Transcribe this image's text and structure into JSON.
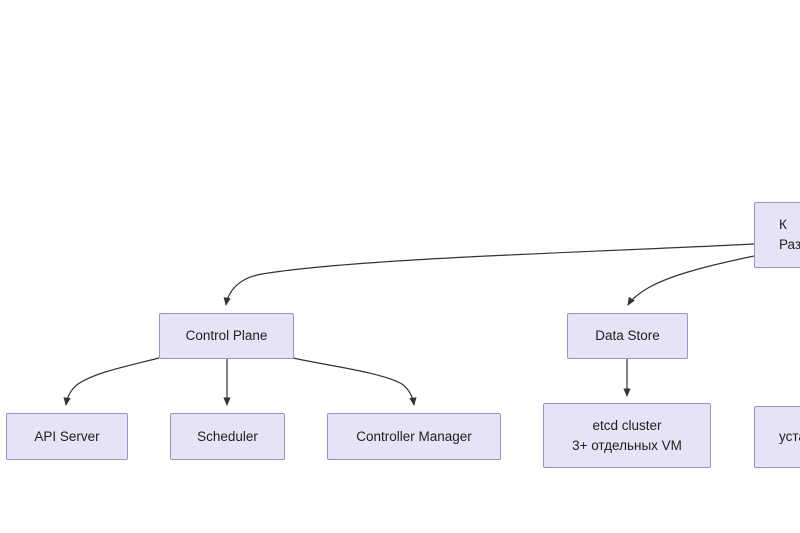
{
  "diagram": {
    "type": "flowchart",
    "background_color": "#ffffff",
    "node_fill_color": "#e6e3f7",
    "node_border_color": "#9f90cd",
    "edge_color": "#333333",
    "text_color": "#1f1f1f",
    "nodes": [
      {
        "id": "root",
        "line1": "К",
        "line2": "Раз",
        "clipped": "true",
        "note": "partially visible at right edge"
      },
      {
        "id": "control-plane",
        "line1": "Control Plane"
      },
      {
        "id": "data-store",
        "line1": "Data Store"
      },
      {
        "id": "api-server",
        "line1": "API Server"
      },
      {
        "id": "scheduler",
        "line1": "Scheduler"
      },
      {
        "id": "controller-manager",
        "line1": "Controller Manager"
      },
      {
        "id": "etcd-cluster",
        "line1": "etcd cluster",
        "line2": "3+ отдельных VM"
      },
      {
        "id": "install-node",
        "line1": "уста",
        "clipped": "true",
        "note": "partially visible at right edge"
      }
    ],
    "edges": [
      {
        "from": "root",
        "to": "control-plane",
        "style": "curved",
        "arrow": "true"
      },
      {
        "from": "root",
        "to": "data-store",
        "style": "curved",
        "arrow": "true"
      },
      {
        "from": "control-plane",
        "to": "api-server",
        "style": "curved",
        "arrow": "true"
      },
      {
        "from": "control-plane",
        "to": "scheduler",
        "style": "straight",
        "arrow": "true"
      },
      {
        "from": "control-plane",
        "to": "controller-manager",
        "style": "curved",
        "arrow": "true"
      },
      {
        "from": "data-store",
        "to": "etcd-cluster",
        "style": "straight",
        "arrow": "true"
      }
    ]
  }
}
